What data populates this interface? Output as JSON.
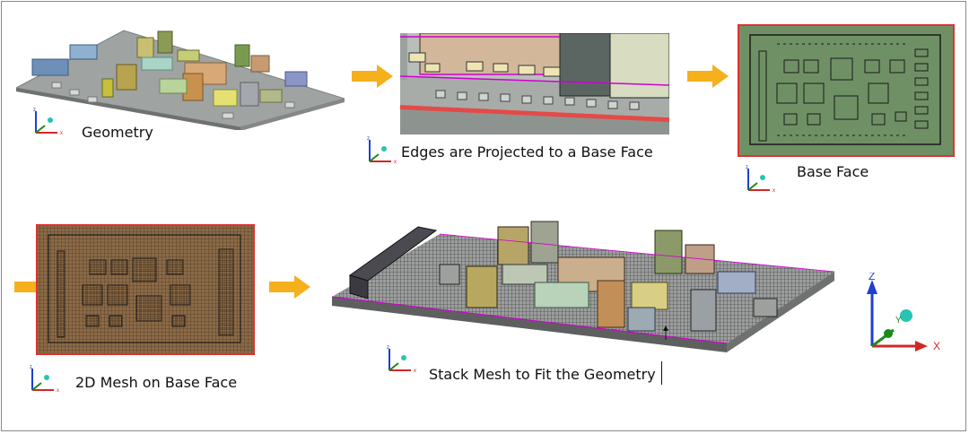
{
  "steps": [
    {
      "caption": "Geometry"
    },
    {
      "caption": "Edges are Projected to a Base Face"
    },
    {
      "caption": "Base Face"
    },
    {
      "caption": "2D Mesh on Base Face"
    },
    {
      "caption": "Stack Mesh to Fit the Geometry"
    }
  ],
  "axes": {
    "x": "x",
    "y": "y",
    "z": "z",
    "X": "X",
    "Y": "Y",
    "Z": "Z"
  },
  "colors": {
    "arrow": "#f5b01c",
    "frame_red": "#e03030",
    "base_face": "#6f9065",
    "mesh_face": "#8b6a47",
    "board_gray": "#a8aba9",
    "axis_x": "#d22727",
    "axis_y": "#1b8a1b",
    "axis_z": "#1f3fd1",
    "axis_ball": "#27c4b4"
  }
}
